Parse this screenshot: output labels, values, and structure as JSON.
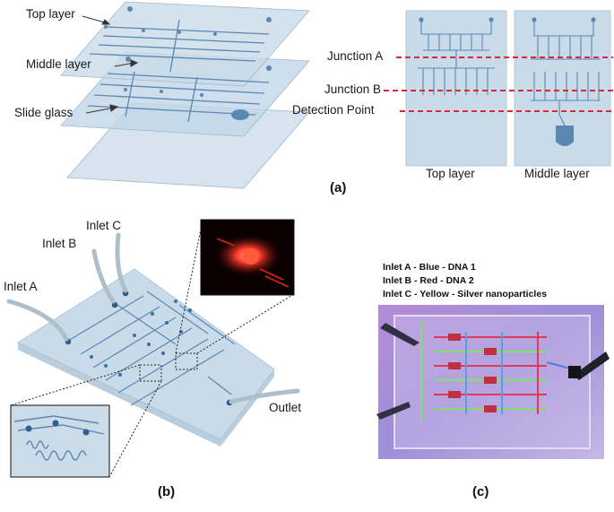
{
  "panel_a": {
    "layer_labels": [
      "Top layer",
      "Middle layer",
      "Slide glass"
    ],
    "junction_labels": [
      "Junction A",
      "Junction B",
      "Detection Point"
    ],
    "plan_captions": [
      "Top layer",
      "Middle layer"
    ],
    "panel_label": "(a)"
  },
  "panel_b": {
    "inlet_labels": [
      "Inlet A",
      "Inlet B",
      "Inlet C"
    ],
    "outlet_label": "Outlet",
    "panel_label": "(b)"
  },
  "panel_c": {
    "legend": [
      "Inlet A - Blue - DNA 1",
      "Inlet B - Red - DNA 2",
      "Inlet C - Yellow - Silver nanoparticles"
    ],
    "panel_label": "(c)"
  },
  "colors": {
    "layer_fill": "#c9dbe9",
    "channel": "#5b87b3",
    "junction_line": "#d8283c",
    "fluor_red": "#ff3a2a"
  }
}
